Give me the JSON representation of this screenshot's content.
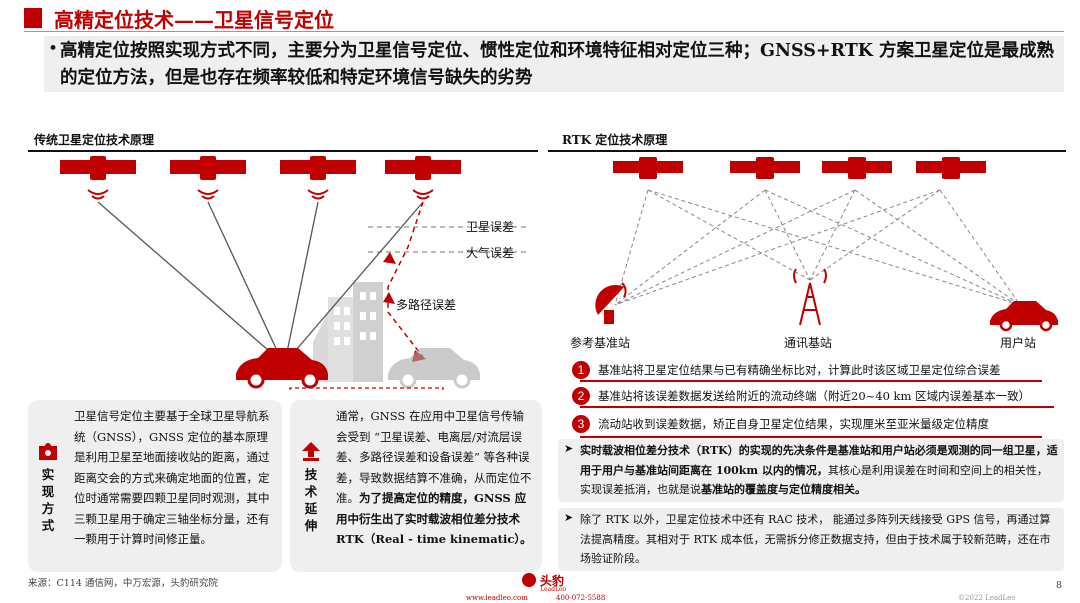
{
  "header": {
    "title": "高精定位技术——卫星信号定位",
    "summary": "高精定位按照实现方式不同，主要分为卫星信号定位、惯性定位和环境特征相对定位三种；GNSS+RTK 方案卫星定位是最成熟的定位方法，但是也存在频率较低和特定环境信号缺失的劣势"
  },
  "left_section": {
    "title": "传统卫星定位技术原理",
    "labels": {
      "satellite_error": "卫星误差",
      "atmospheric_error": "大气误差",
      "multipath_error": "多路径误差"
    },
    "method_box": {
      "heading": "实现方式",
      "text": "卫星信号定位主要基于全球卫星导航系统（GNSS），GNSS 定位的基本原理是利用卫星至地面接收站的距离，通过距离交会的方式来确定地面的位置，定位时通常需要四颗卫星同时观测，其中三颗卫星用于确定三轴坐标分量，还有一颗用于计算时间修正量。"
    },
    "extension_box": {
      "heading": "技术延伸",
      "text_normal": "通常，GNSS 在应用中卫星信号传输会受到 “卫星误差、电离层/对流层误差、多路径误差和设备误差” 等各种误差，导致数据结算不准确，从而定位不准。",
      "text_bold": "为了提高定位的精度，GNSS 应用中衍生出了实时载波相位差分技术 RTK（Real - time kinematic）。"
    }
  },
  "right_section": {
    "title": "RTK 定位技术原理",
    "labels": {
      "reference_station": "参考基准站",
      "communication_station": "通讯基站",
      "user_station": "用户站"
    },
    "steps": [
      {
        "num": "1",
        "text": "基准站将卫星定位结果与已有精确坐标比对，计算此时该区域卫星定位综合误差"
      },
      {
        "num": "2",
        "text": "基准站将该误差数据发送给附近的流动终端（附近20~40  km  区域内误差基本一致）"
      },
      {
        "num": "3",
        "text": "流动站收到误差数据，矫正自身卫星定位结果，实现厘米至亚米量级定位精度"
      }
    ],
    "note1_bold": "实时载波相位差分技术（RTK）的实现的先决条件是基准站和用户站必须是观测的同一组卫星，适用于用户与基准站间距离在 100km 以内的情况，",
    "note1_normal": "其核心是利用误差在时间和空间上的相关性，实现误差抵消，也就是说",
    "note1_tail": "基准站的覆盖度与定位精度相关。",
    "note2": "除了 RTK 以外，卫星定位技术中还有 RAC 技术， 能通过多阵列天线接受 GPS 信号，再通过算法提高精度。其相对于 RTK 成本低，无需拆分修正数据支持，但由于技术属于较新范畴，还在市场验证阶段。"
  },
  "footer": {
    "source": "来源：C114 通信网，中万宏源，头豹研究院",
    "brand": "头豹",
    "brand_sub": "LeadLeo",
    "website": "www.leadleo.com",
    "phone": "400-072-5588",
    "page": "8",
    "copyright": "©2022 LeadLeo"
  },
  "colors": {
    "accent": "#c00000",
    "panel": "#efefef"
  }
}
